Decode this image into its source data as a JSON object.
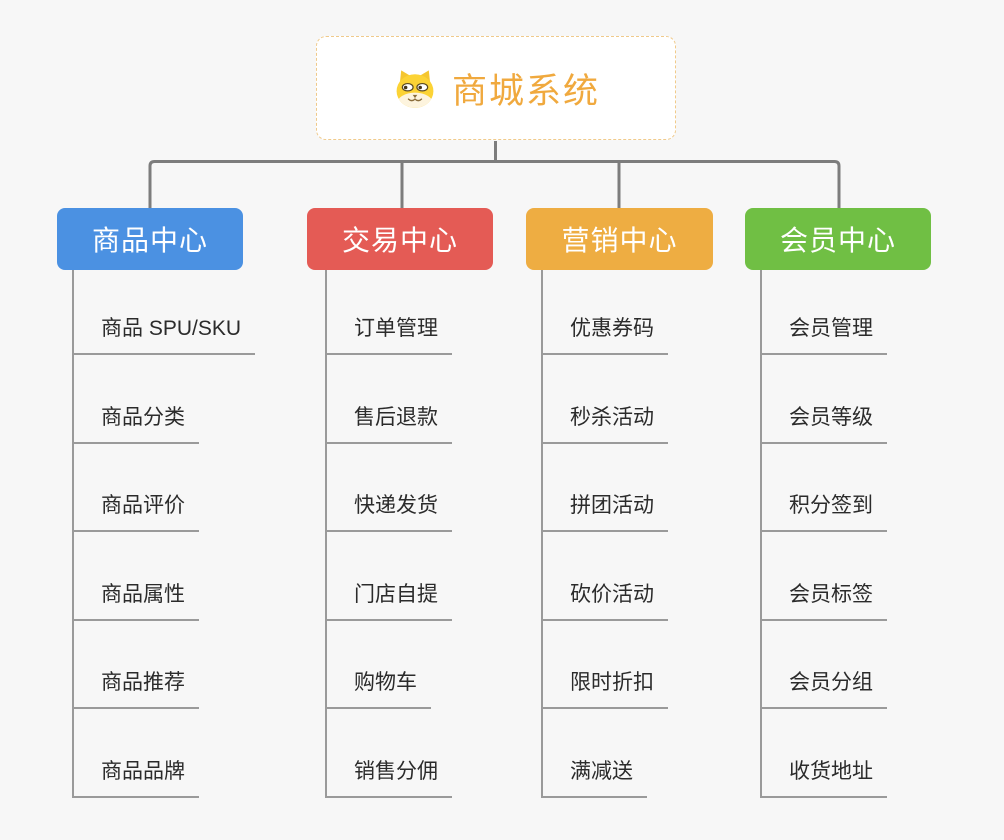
{
  "page": {
    "background": "#f7f7f7"
  },
  "root": {
    "title": "商城系统",
    "icon": "dog-face",
    "title_color": "#f0a93e",
    "border_color": "#f0ca8b"
  },
  "connector_color": "#7d7d7d",
  "item_line_color": "#9a9a9a",
  "branches": [
    {
      "label": "商品中心",
      "color": "#4b91e2",
      "items": [
        "商品 SPU/SKU",
        "商品分类",
        "商品评价",
        "商品属性",
        "商品推荐",
        "商品品牌"
      ]
    },
    {
      "label": "交易中心",
      "color": "#e45b55",
      "items": [
        "订单管理",
        "售后退款",
        "快递发货",
        "门店自提",
        "购物车",
        "销售分佣"
      ]
    },
    {
      "label": "营销中心",
      "color": "#eead42",
      "items": [
        "优惠券码",
        "秒杀活动",
        "拼团活动",
        "砍价活动",
        "限时折扣",
        "满减送"
      ]
    },
    {
      "label": "会员中心",
      "color": "#70bf44",
      "items": [
        "会员管理",
        "会员等级",
        "积分签到",
        "会员标签",
        "会员分组",
        "收货地址"
      ]
    }
  ]
}
